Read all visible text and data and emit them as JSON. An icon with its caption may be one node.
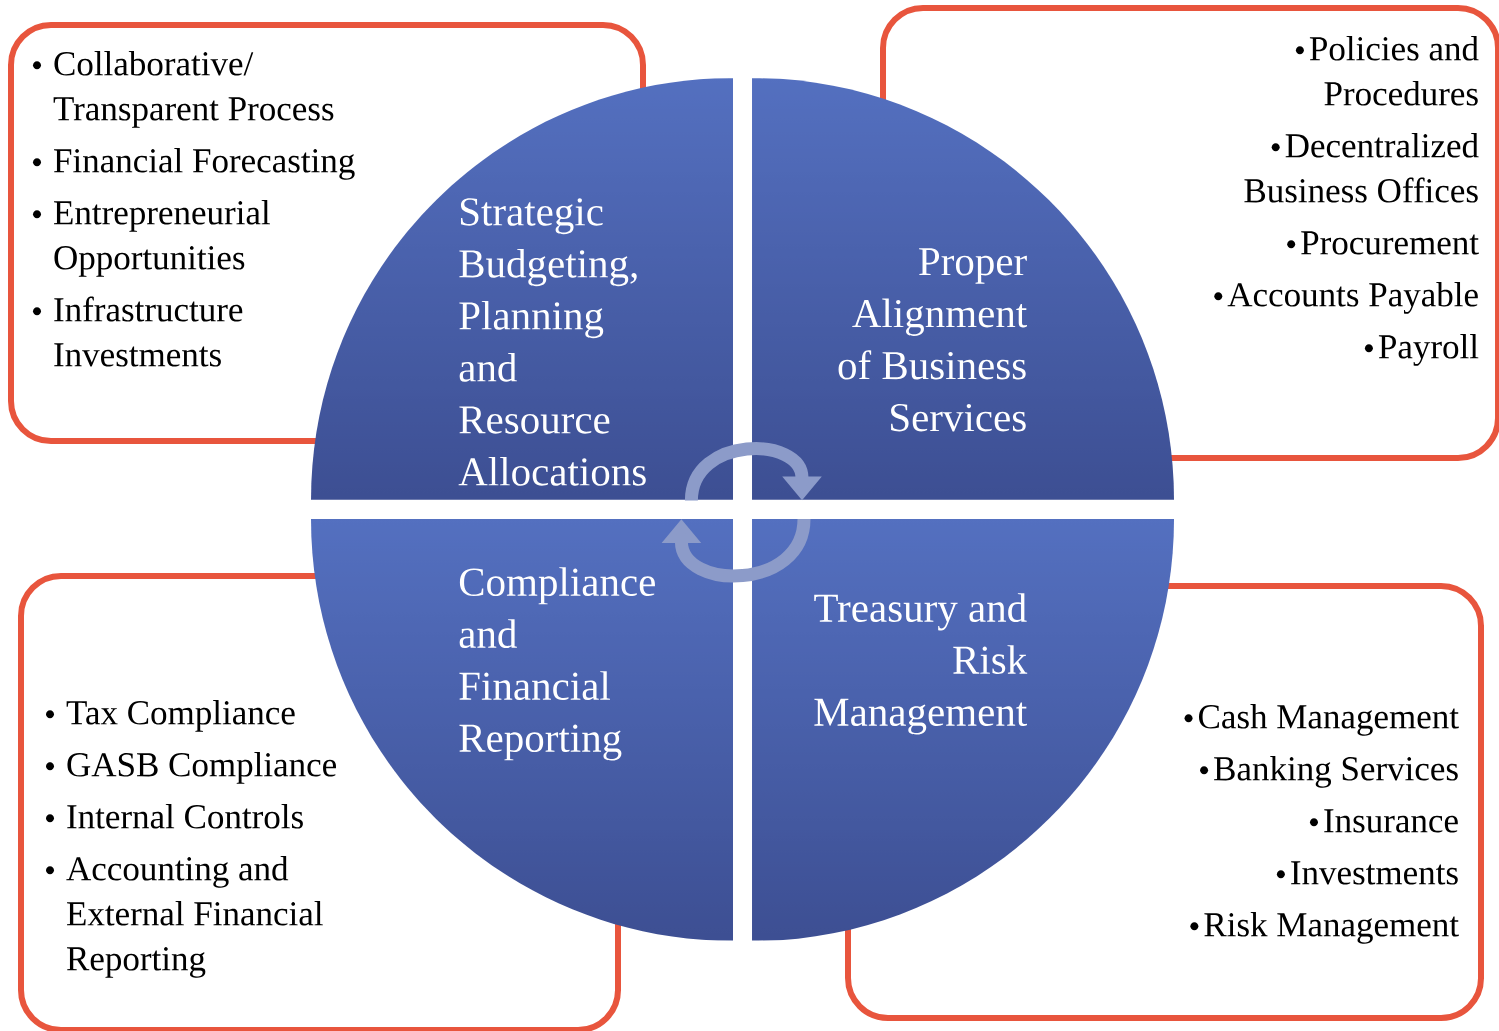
{
  "diagram": {
    "nodes": [
      {
        "text": [
          "Collaborative/ Transparent Process",
          "Financial Forecasting",
          "Entrepreneurial Opportunities",
          "Infrastructure Investments"
        ]
      },
      {
        "text": [
          "Strategic Budgeting, Planning and Resource Allocations"
        ]
      },
      {
        "text": [
          "Proper Alignment of Business Services"
        ]
      },
      {
        "text": [
          "Policies and Procedures",
          "Decentralized Business Offices",
          "Procurement",
          "Accounts Payable",
          "Payroll"
        ]
      },
      {
        "text": [
          "Compliance and Financial Reporting"
        ]
      },
      {
        "text": [
          "Treasury and Risk Management"
        ]
      },
      {
        "text": [
          "Tax Compliance",
          "GASB Compliance",
          "Internal Controls",
          "Accounting and External Financial Reporting"
        ]
      },
      {
        "text": [
          "Cash Management",
          "Banking Services",
          "Insurance",
          "Investments",
          "Risk Management"
        ]
      }
    ],
    "edges": [
      {
        "from": 1,
        "to": 2,
        "arrow": "to"
      },
      {
        "from": 5,
        "to": 4,
        "arrow": "to"
      }
    ]
  }
}
